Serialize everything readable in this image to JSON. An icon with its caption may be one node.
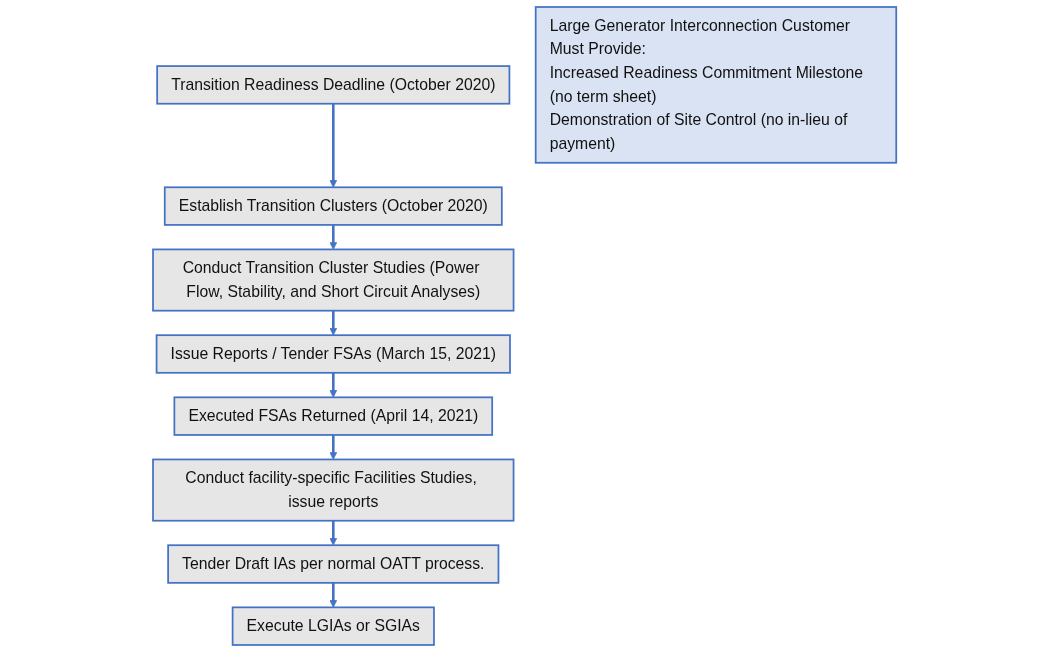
{
  "diagram": {
    "nodes": [
      {
        "text": [
          "Transition Readiness Deadline (October 2020)"
        ]
      },
      {
        "text": [
          "Establish Transition Clusters (October 2020)"
        ]
      },
      {
        "text": [
          "Conduct Transition Cluster Studies (Power Flow, Stability, and Short Circuit Analyses)"
        ]
      },
      {
        "text": [
          "Issue Reports / Tender FSAs (March 15, 2021)"
        ]
      },
      {
        "text": [
          "Large Generator Interconnection Customer Must Provide:",
          "Increased Readiness Commitment Milestone (no term sheet)",
          "Demonstration of Site Control (no in-lieu of payment)"
        ]
      },
      {
        "text": [
          "Executed FSAs Returned (April 14, 2021)"
        ]
      },
      {
        "text": [
          "Conduct facility-specific Facilities Studies, issue reports"
        ]
      },
      {
        "text": [
          "Tender Draft IAs per normal OATT process."
        ]
      },
      {
        "text": [
          "Execute LGIAs or SGIAs"
        ]
      }
    ],
    "edges": [
      {
        "from": 0,
        "to": 1,
        "arrow": "to"
      },
      {
        "from": 1,
        "to": 2,
        "arrow": "to"
      },
      {
        "from": 2,
        "to": 3,
        "arrow": "to"
      },
      {
        "from": 3,
        "to": 5,
        "arrow": "to"
      },
      {
        "from": 5,
        "to": 6,
        "arrow": "to"
      },
      {
        "from": 6,
        "to": 7,
        "arrow": "to"
      },
      {
        "from": 7,
        "to": 8,
        "arrow": "to"
      }
    ]
  }
}
